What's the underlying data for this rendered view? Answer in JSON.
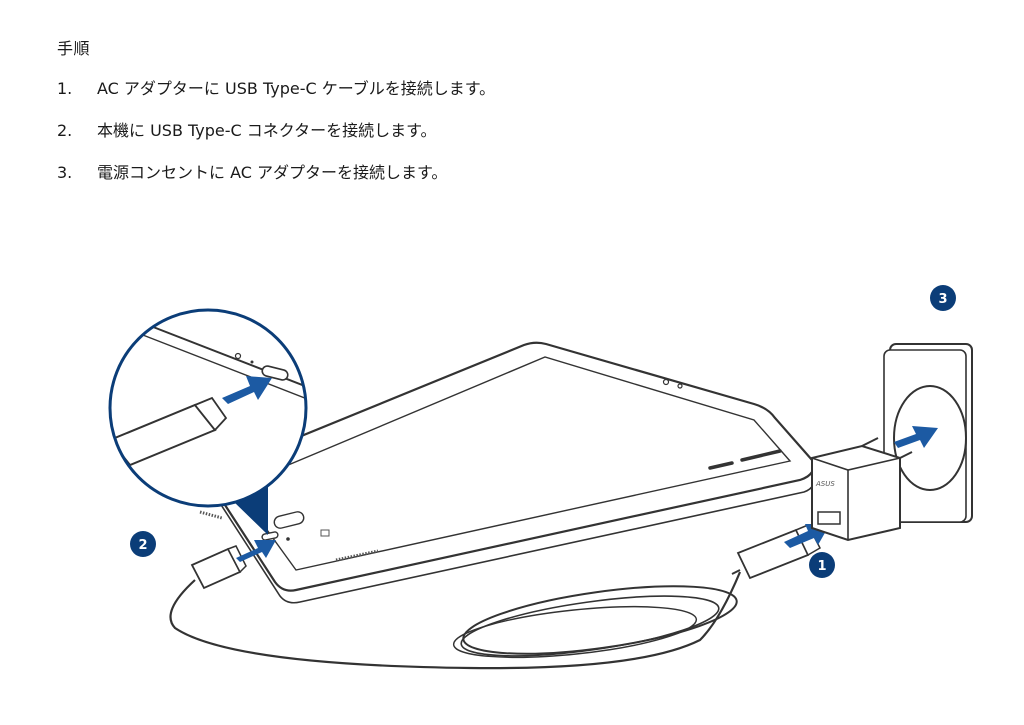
{
  "instructions": {
    "heading": "手順",
    "steps": [
      {
        "number": "1.",
        "text": "AC アダプターに USB Type-C ケーブルを接続します。"
      },
      {
        "number": "2.",
        "text": "本機に USB Type-C コネクターを接続します。"
      },
      {
        "number": "3.",
        "text": "電源コンセントに AC アダプターを接続します。"
      }
    ]
  },
  "illustration": {
    "callouts": {
      "one": "1",
      "two": "2",
      "three": "3"
    },
    "adapter_brand": "ASUS",
    "callout_color": "#0b3d78",
    "arrow_color": "#1c5aa3"
  }
}
